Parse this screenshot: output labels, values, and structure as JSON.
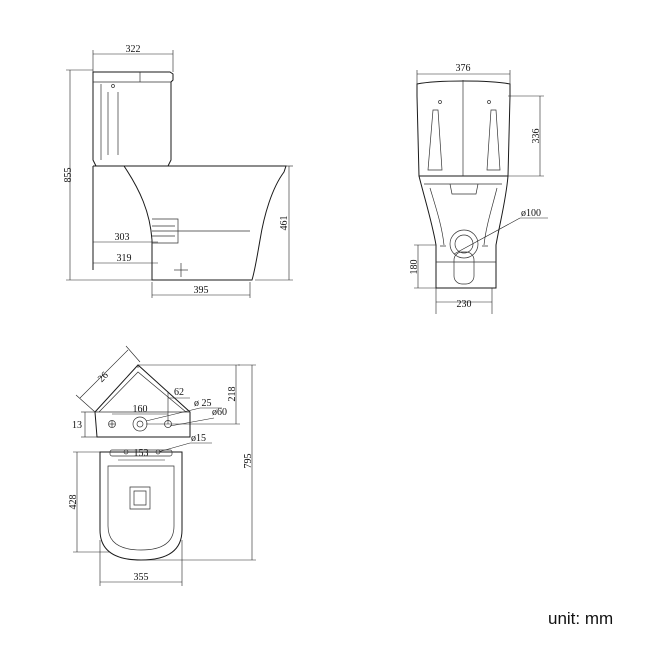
{
  "dimensions": {
    "side_tank_width": "322",
    "side_total_height": "855",
    "side_outlet_303": "303",
    "side_outlet_319": "319",
    "side_base_395": "395",
    "side_height_461": "461",
    "front_width_376": "376",
    "front_tank_336": "336",
    "front_outlet_dia": "ø100",
    "front_height_180": "180",
    "front_base_230": "230",
    "top_26": "26",
    "top_62": "62",
    "top_218": "218",
    "top_160": "160",
    "top_dia25": "ø 25",
    "top_dia60": "ø60",
    "top_13": "13",
    "top_dia15": "ø15",
    "top_153": "153",
    "top_795": "795",
    "top_428": "428",
    "top_355": "355"
  },
  "unit_label": "unit: mm"
}
